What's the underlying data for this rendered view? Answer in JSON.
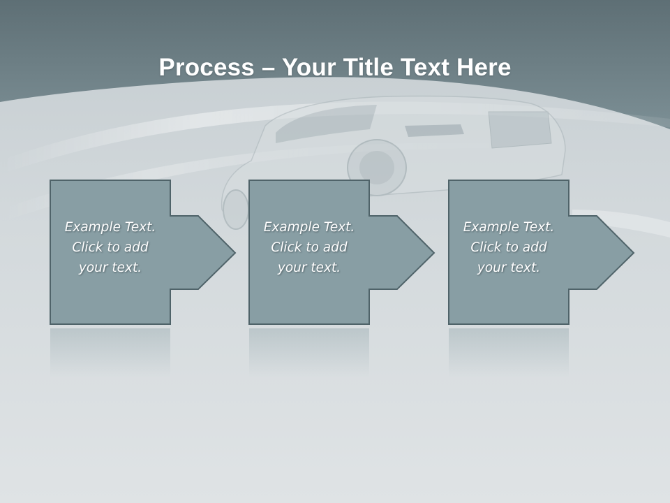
{
  "title": {
    "bold": "Process",
    "rest": " – Your Title Text Here"
  },
  "steps": [
    {
      "lines": [
        "Example Text.",
        "Click  to add",
        "your text."
      ]
    },
    {
      "lines": [
        "Example Text.",
        "Click  to add",
        "your text."
      ]
    },
    {
      "lines": [
        "Example Text.",
        "Click  to add",
        "your text."
      ]
    }
  ],
  "colors": {
    "header_band": "#71858c",
    "step_fill": "#889ea4",
    "step_stroke": "#4f6369",
    "title_text": "#ffffff"
  }
}
